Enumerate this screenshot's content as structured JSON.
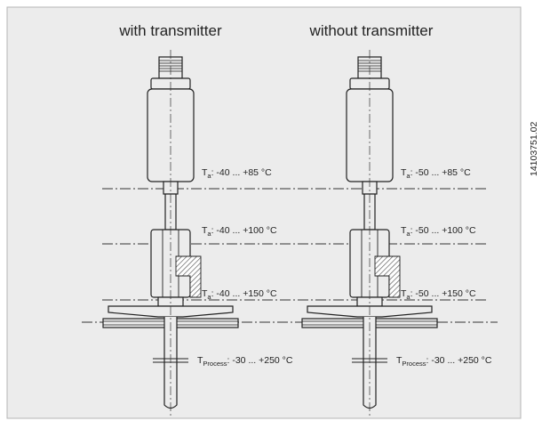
{
  "titles": {
    "left": "with transmitter",
    "right": "without transmitter"
  },
  "doc_number": "14103751.02",
  "left_ranges": {
    "head": {
      "sym": "T",
      "sub": "a",
      "range": ": -40 ... +85 °C"
    },
    "neck": {
      "sym": "T",
      "sub": "a",
      "range": ": -40 ... +100 °C"
    },
    "clamp": {
      "sym": "T",
      "sub": "a",
      "range": ": -40 ... +150 °C"
    },
    "process": {
      "sym": "T",
      "sub": "Process",
      "range": ": -30 ... +250 °C"
    }
  },
  "right_ranges": {
    "head": {
      "sym": "T",
      "sub": "a",
      "range": ": -50 ... +85 °C"
    },
    "neck": {
      "sym": "T",
      "sub": "a",
      "range": ": -50 ... +100 °C"
    },
    "clamp": {
      "sym": "T",
      "sub": "a",
      "range": ": -50 ... +150 °C"
    },
    "process": {
      "sym": "T",
      "sub": "Process",
      "range": ": -30 ... +250 °C"
    }
  },
  "colors": {
    "background": "#ececec",
    "frame": "#b5b5b5",
    "line": "#222222",
    "hatch": "#555555"
  }
}
